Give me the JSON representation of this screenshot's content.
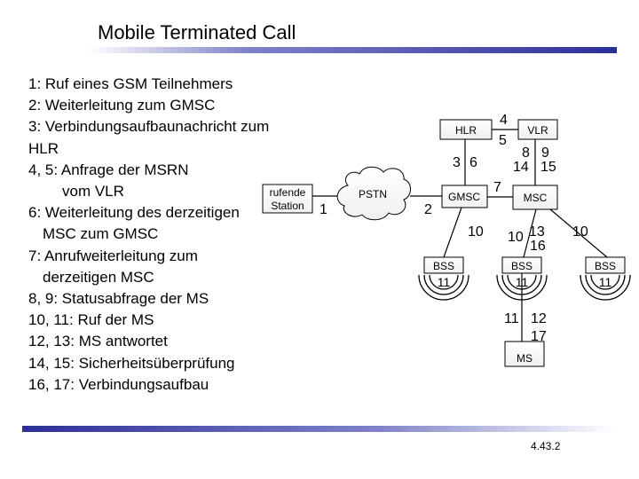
{
  "title": "Mobile Terminated Call",
  "steps": [
    "1: Ruf eines GSM Teilnehmers",
    "2: Weiterleitung zum GMSC",
    "3: Verbindungsaufbaunachricht zum",
    "HLR",
    "4, 5: Anfrage der MSRN",
    "vom VLR",
    "6: Weiterleitung des derzeitigen",
    "MSC zum GMSC",
    "7: Anrufweiterleitung zum",
    "derzeitigen MSC",
    "8, 9: Statusabfrage der MS",
    "10, 11: Ruf der MS",
    "12, 13: MS antwortet",
    "14, 15: Sicherheitsüberprüfung",
    "16, 17: Verbindungsaufbau"
  ],
  "diagram": {
    "caller_line1": "rufende",
    "caller_line2": "Station",
    "pstn": "PSTN",
    "hlr": "HLR",
    "vlr": "VLR",
    "gmsc": "GMSC",
    "msc": "MSC",
    "bss": "BSS",
    "ms": "MS",
    "labels": {
      "n1": "1",
      "n2": "2",
      "n3": "3",
      "n4": "4",
      "n5": "5",
      "n6": "6",
      "n7": "7",
      "n8": "8",
      "n9": "9",
      "n10a": "10",
      "n10b": "10",
      "n10c": "10",
      "n11a": "11",
      "n11b": "11",
      "n11c": "11",
      "n11d": "11",
      "n12": "12",
      "n13": "13",
      "n14": "14",
      "n15": "15",
      "n16": "16",
      "n17": "17"
    }
  },
  "slide_number": "4.43.2"
}
